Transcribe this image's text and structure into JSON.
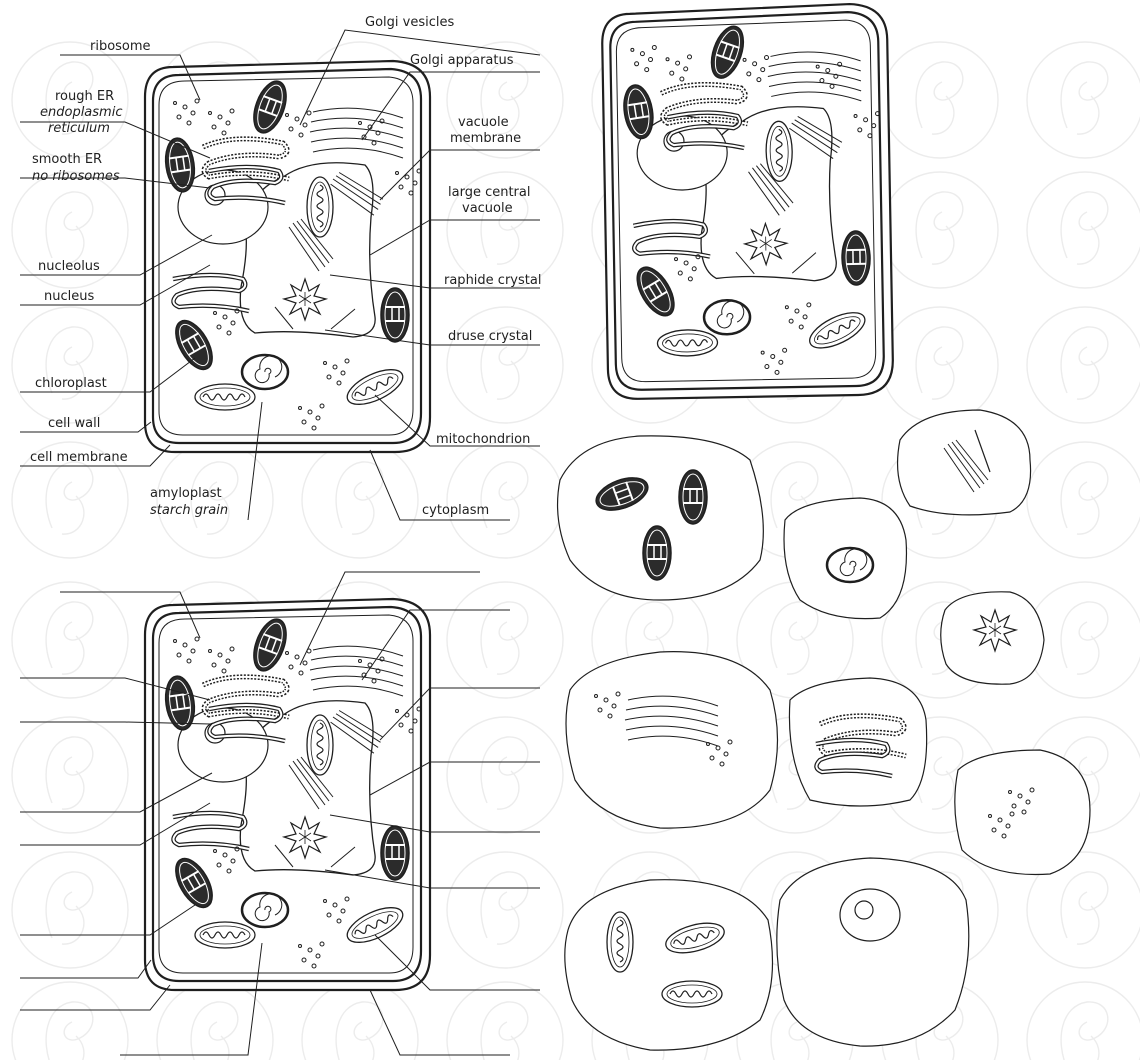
{
  "colors": {
    "ink": "#1f1f1f",
    "organelle_dark": "#2b2b2b",
    "watermark": "#e8e8e8",
    "background": "#ffffff"
  },
  "watermark": {
    "icon": "watermark-monogram"
  },
  "labels": {
    "ribosome": "ribosome",
    "rough_er": "rough ER",
    "rough_er_sub1": "endoplasmic",
    "rough_er_sub2": "reticulum",
    "smooth_er": "smooth ER",
    "smooth_er_sub": "no ribosomes",
    "nucleolus": "nucleolus",
    "nucleus": "nucleus",
    "chloroplast": "chloroplast",
    "cell_wall": "cell wall",
    "cell_membrane": "cell membrane",
    "amyloplast": "amyloplast",
    "amyloplast_sub": "starch grain",
    "golgi_vesicles": "Golgi vesicles",
    "golgi_apparatus": "Golgi apparatus",
    "vacuole_membrane_1": "vacuole",
    "vacuole_membrane_2": "membrane",
    "central_vacuole_1": "large central",
    "central_vacuole_2": "vacuole",
    "raphide_crystal": "raphide crystal",
    "druse_crystal": "druse crystal",
    "mitochondrion": "mitochondrion",
    "cytoplasm": "cytoplasm"
  }
}
